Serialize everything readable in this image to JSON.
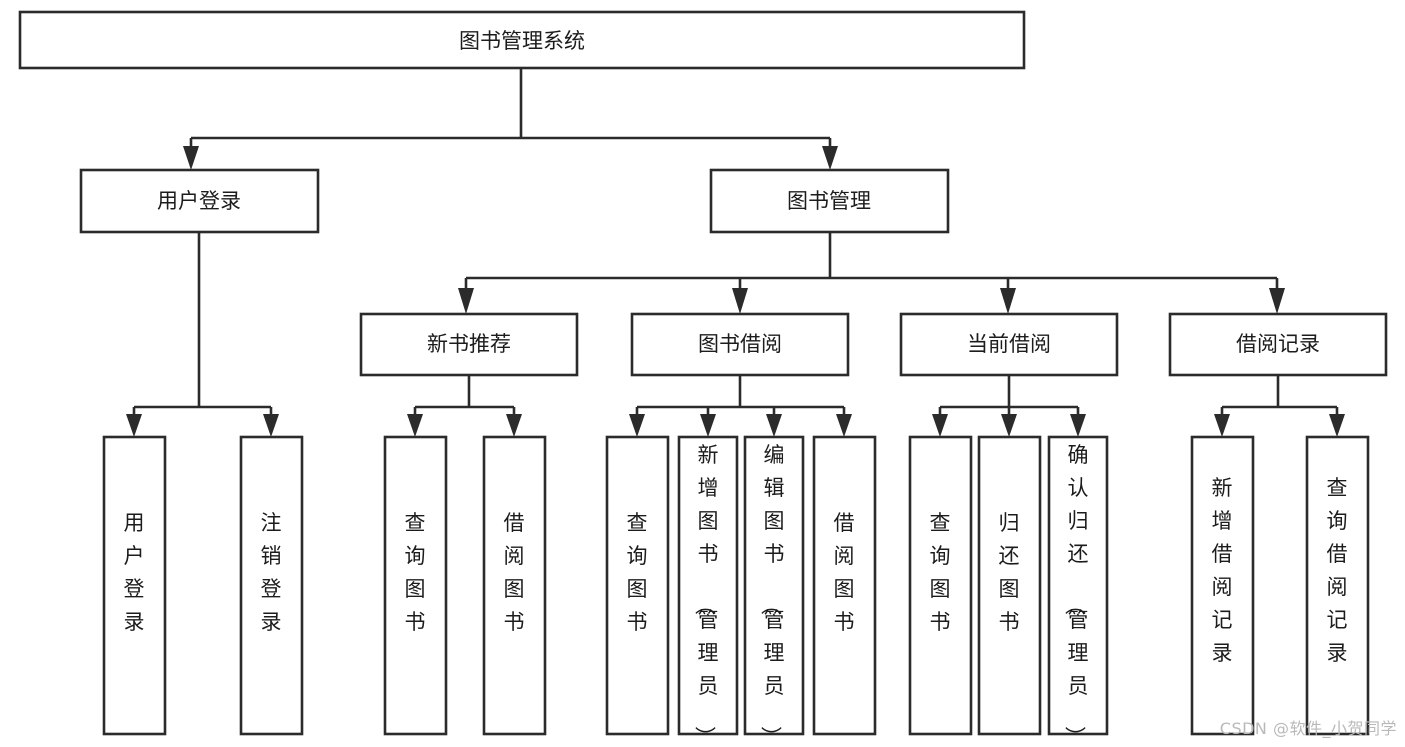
{
  "diagram": {
    "type": "tree",
    "title": "图书管理系统",
    "orientation": "top-down",
    "colors": {
      "box_stroke": "#2b2b2b",
      "box_fill": "#ffffff",
      "text": "#1c1c1c",
      "background": "#ffffff",
      "watermark": "#b9b9b9"
    },
    "root": {
      "label": "图书管理系统"
    },
    "level2": [
      {
        "id": "user-login",
        "label": "用户登录"
      },
      {
        "id": "book-management",
        "label": "图书管理"
      }
    ],
    "level3": [
      {
        "id": "new-book-recommend",
        "label": "新书推荐",
        "parent": "book-management"
      },
      {
        "id": "book-borrow",
        "label": "图书借阅",
        "parent": "book-management"
      },
      {
        "id": "current-borrow",
        "label": "当前借阅",
        "parent": "book-management"
      },
      {
        "id": "borrow-record",
        "label": "借阅记录",
        "parent": "book-management"
      }
    ],
    "leaves": {
      "user-login": [
        {
          "id": "leaf-user-login",
          "label": "用户登录"
        },
        {
          "id": "leaf-user-logout",
          "label": "注销登录"
        }
      ],
      "new-book-recommend": [
        {
          "id": "leaf-query-book-1",
          "label": "查询图书"
        },
        {
          "id": "leaf-borrow-book-1",
          "label": "借阅图书"
        }
      ],
      "book-borrow": [
        {
          "id": "leaf-query-book-2",
          "label": "查询图书"
        },
        {
          "id": "leaf-add-book",
          "label": "新增图书（管理员）"
        },
        {
          "id": "leaf-edit-book",
          "label": "编辑图书（管理员）"
        },
        {
          "id": "leaf-borrow-book-2",
          "label": "借阅图书"
        }
      ],
      "current-borrow": [
        {
          "id": "leaf-query-book-3",
          "label": "查询图书"
        },
        {
          "id": "leaf-return-book",
          "label": "归还图书"
        },
        {
          "id": "leaf-confirm-return",
          "label": "确认归还（管理员）"
        }
      ],
      "borrow-record": [
        {
          "id": "leaf-add-record",
          "label": "新增借阅记录"
        },
        {
          "id": "leaf-query-record",
          "label": "查询借阅记录"
        }
      ]
    }
  },
  "watermark": {
    "text": "CSDN @软件_小贺同学"
  }
}
